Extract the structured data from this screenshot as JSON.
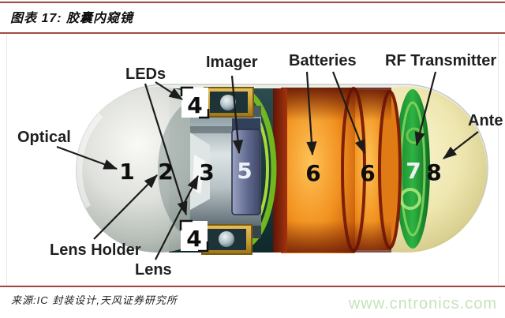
{
  "header": {
    "title": "图表 17: 胶囊内窥镜"
  },
  "figure": {
    "subject": "capsule endoscope cutaway diagram",
    "labels": {
      "optical": "Optical",
      "leds": "LEDs",
      "imager": "Imager",
      "batteries": "Batteries",
      "rf_transmitter": "RF Transmitter",
      "antenna": "Ante",
      "lens_holder": "Lens Holder",
      "lens": "Lens"
    },
    "markers": [
      {
        "n": "1",
        "part": "optical-dome"
      },
      {
        "n": "2",
        "part": "lens-holder"
      },
      {
        "n": "3",
        "part": "lens"
      },
      {
        "n": "4",
        "part": "leds-top"
      },
      {
        "n": "4",
        "part": "leds-bottom"
      },
      {
        "n": "5",
        "part": "imager"
      },
      {
        "n": "6",
        "part": "battery-1"
      },
      {
        "n": "6",
        "part": "battery-2"
      },
      {
        "n": "7",
        "part": "rf-transmitter"
      },
      {
        "n": "8",
        "part": "antenna"
      }
    ]
  },
  "footer": {
    "source": "来源:IC 封装设计,天风证券研究所",
    "watermark": "www.cntronics.com"
  },
  "colors": {
    "accent_line": "#8a2423",
    "watermark_green": "#c4e4ba",
    "battery_orange": "#ef8c1d",
    "board_green": "#2fb343",
    "shell_cream": "#efe7b0",
    "dome_gray": "#d9dbd6"
  }
}
